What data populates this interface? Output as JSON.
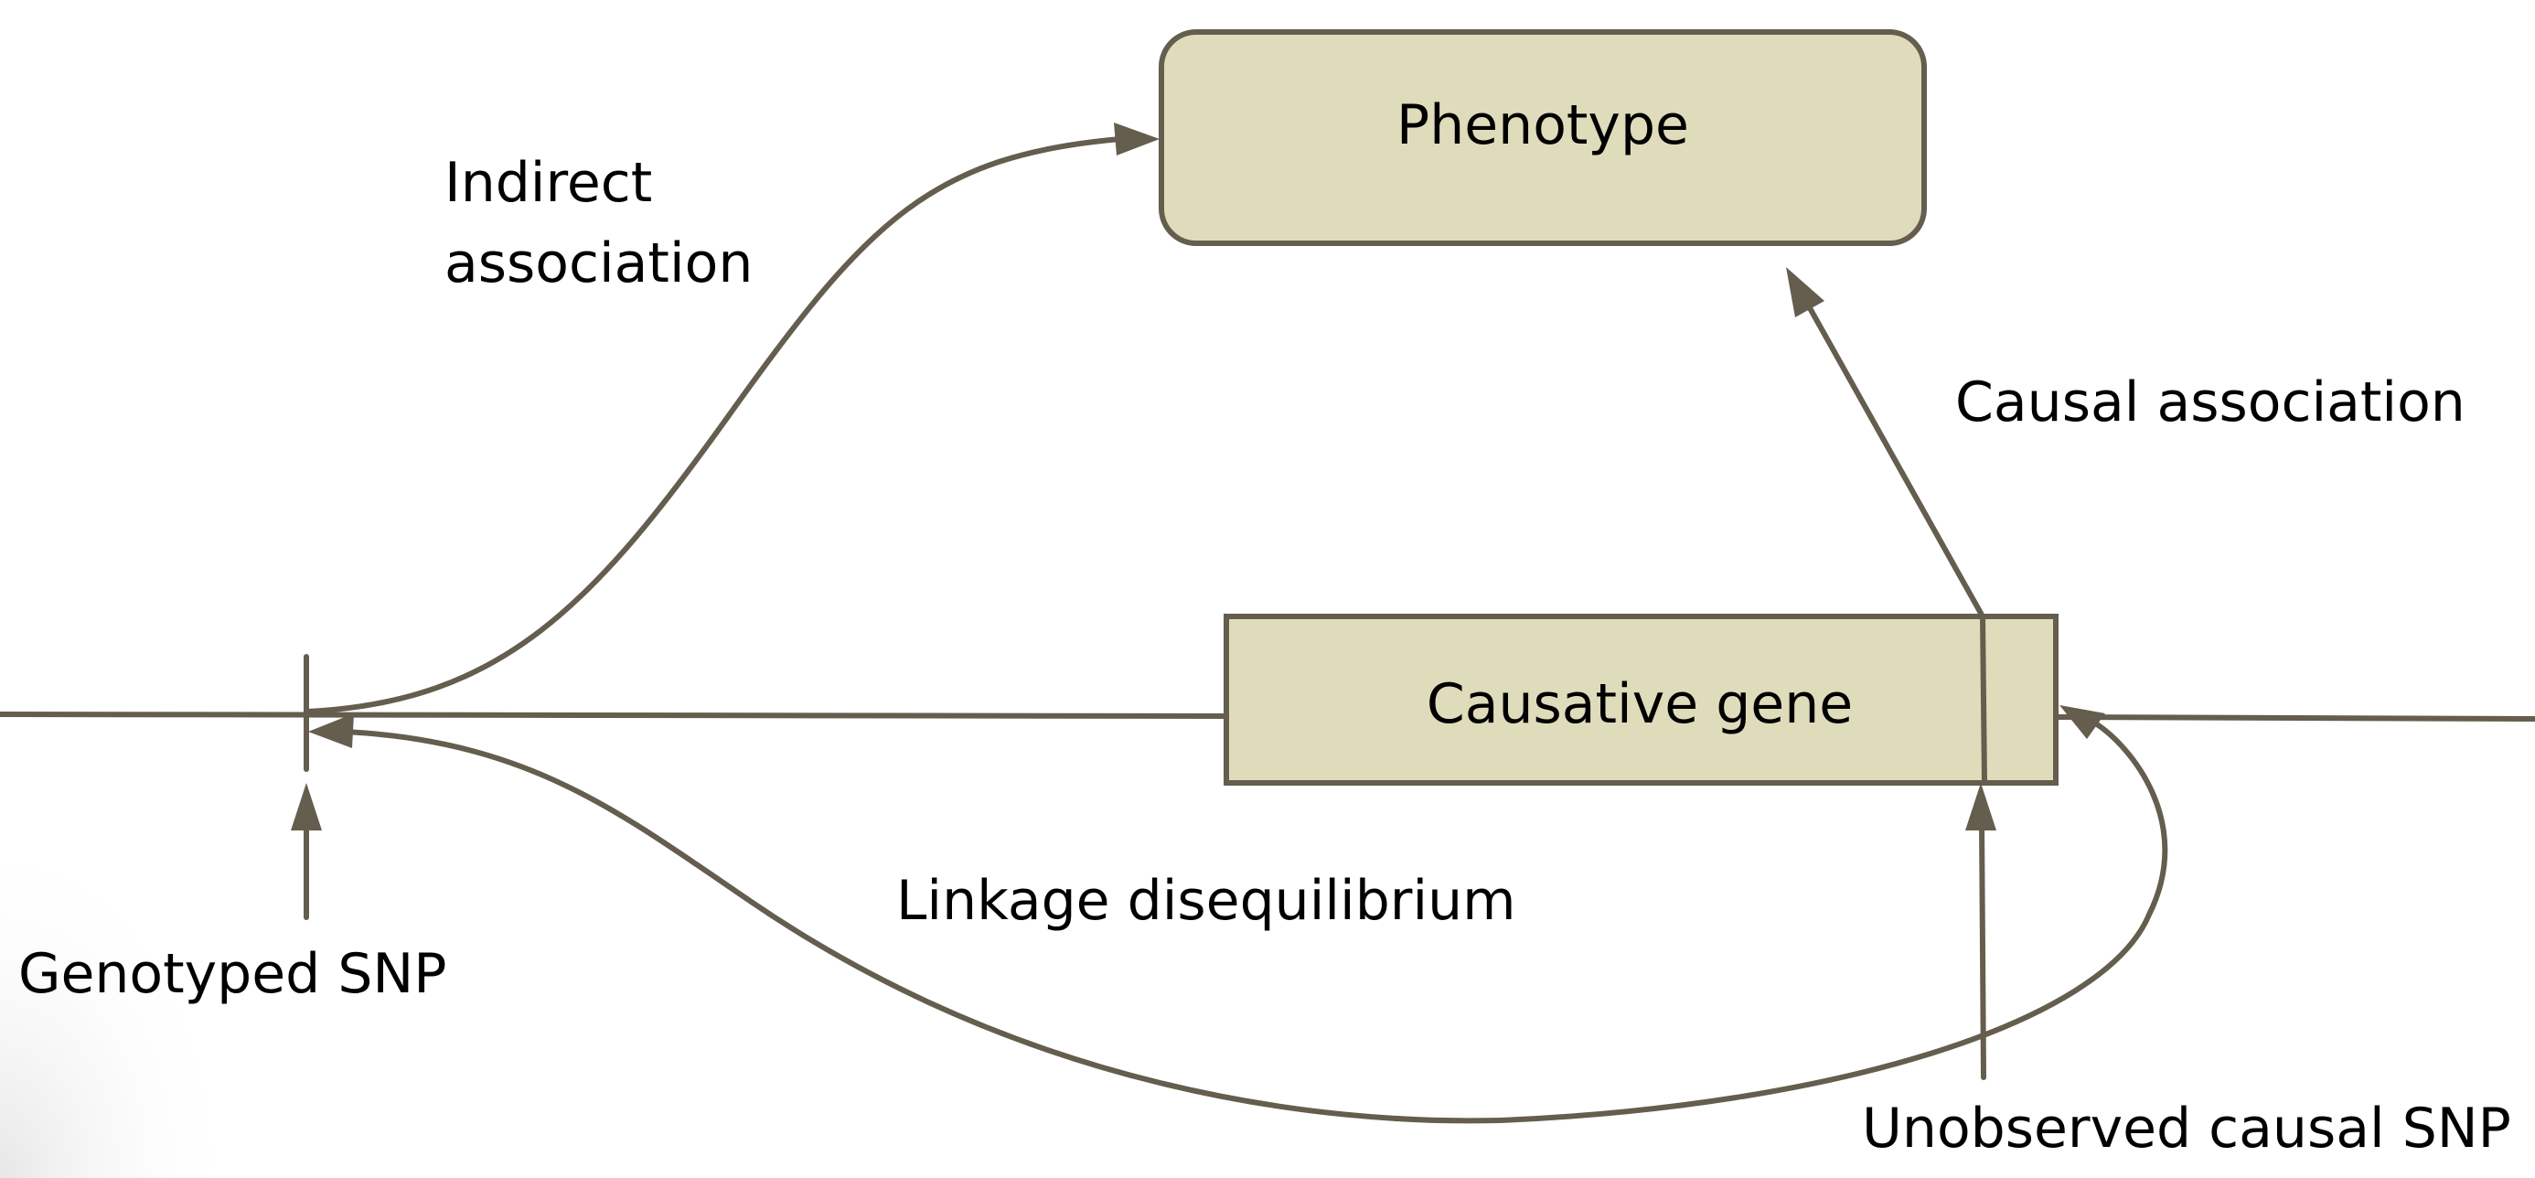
{
  "nodes": {
    "phenotype": "Phenotype",
    "causative_gene": "Causative gene"
  },
  "edge_labels": {
    "indirect_association_line1": "Indirect",
    "indirect_association_line2": "association",
    "causal_association": "Causal association",
    "linkage_disequilibrium": "Linkage disequilibrium"
  },
  "markers": {
    "genotyped_snp": "Genotyped SNP",
    "unobserved_causal_snp": "Unobserved causal SNP"
  },
  "colors": {
    "box_fill": "#dfdcbb",
    "stroke": "#655d4d",
    "text": "#000000"
  }
}
